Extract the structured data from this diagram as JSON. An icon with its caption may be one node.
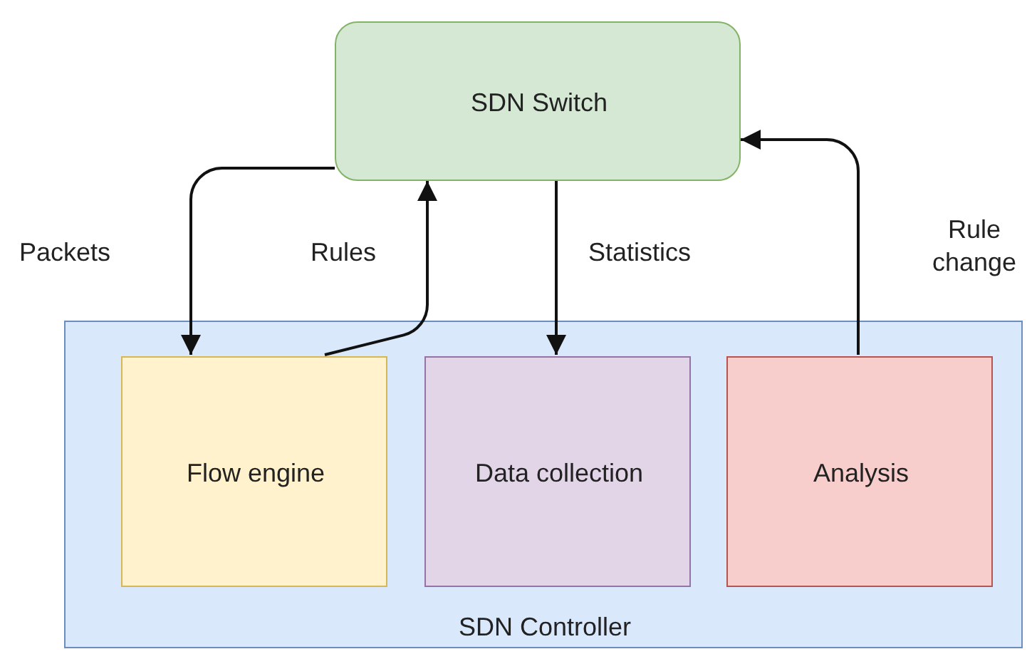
{
  "diagram": {
    "nodes": [
      {
        "text": [
          "SDN Switch"
        ]
      },
      {
        "text": [
          "SDN Controller"
        ]
      },
      {
        "text": [
          "Flow engine"
        ],
        "in": 1
      },
      {
        "text": [
          "Data collection"
        ],
        "in": 1
      },
      {
        "text": [
          "Analysis"
        ],
        "in": 1
      }
    ],
    "edges": [
      {
        "from": 0,
        "to": 2,
        "arrow": "to",
        "label": "Packets"
      },
      {
        "from": 2,
        "to": 0,
        "arrow": "to",
        "label": "Rules"
      },
      {
        "from": 0,
        "to": 3,
        "arrow": "to",
        "label": "Statistics"
      },
      {
        "from": 4,
        "to": 0,
        "arrow": "to",
        "label": "Rule change"
      }
    ]
  }
}
